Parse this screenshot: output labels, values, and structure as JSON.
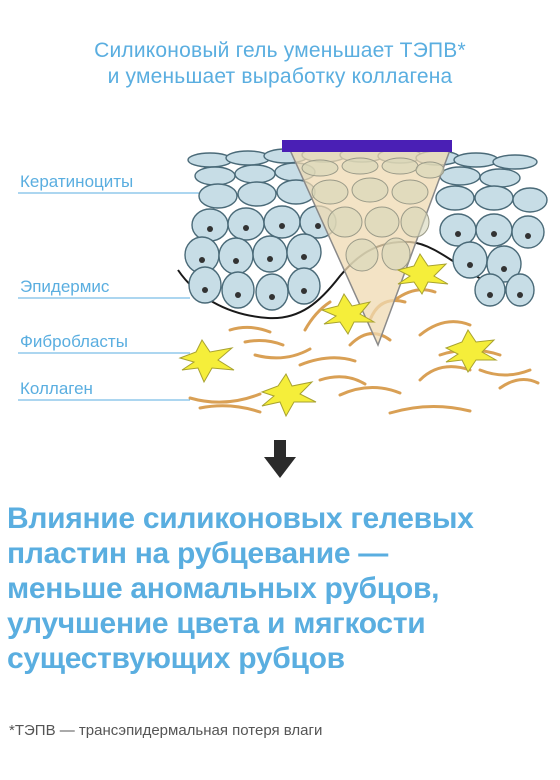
{
  "subtitle": {
    "line1": "Силиконовый гель уменьшает ТЭПВ*",
    "line2": "и уменьшает выработку коллагена"
  },
  "labels": {
    "keratinocytes": "Кератиноциты",
    "epidermis": "Эпидермис",
    "fibroblasts": "Фибробласты",
    "collagen": "Коллаген"
  },
  "headline": {
    "line1": "Влияние силиконовых гелевых",
    "line2": "пластин на рубцевание —",
    "line3": "меньше аномальных рубцов,",
    "line4": "улучшение цвета и мягкости",
    "line5": "существующих рубцов"
  },
  "footnote": "*ТЭПВ — трансэпидермальная потеря влаги",
  "colors": {
    "accent": "#5aaee0",
    "cell_fill": "#c7dde6",
    "silicone_bar": "#4a1fb5",
    "fibroblast": "#f5ee3a",
    "collagen": "#d9a055"
  },
  "icons": {
    "arrow": "arrow-down-icon"
  }
}
